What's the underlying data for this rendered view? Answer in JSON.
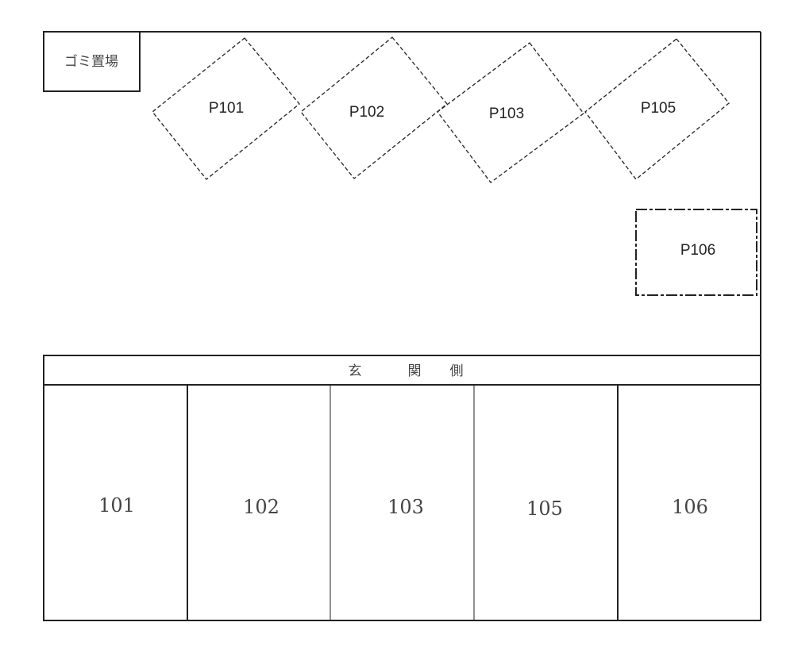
{
  "garbage_area": "ゴミ置場",
  "entrance_side": [
    "玄",
    "関",
    "側"
  ],
  "parking_spaces": [
    "P101",
    "P102",
    "P103",
    "P105",
    "P106"
  ],
  "units": [
    "101",
    "102",
    "103",
    "105",
    "106"
  ]
}
